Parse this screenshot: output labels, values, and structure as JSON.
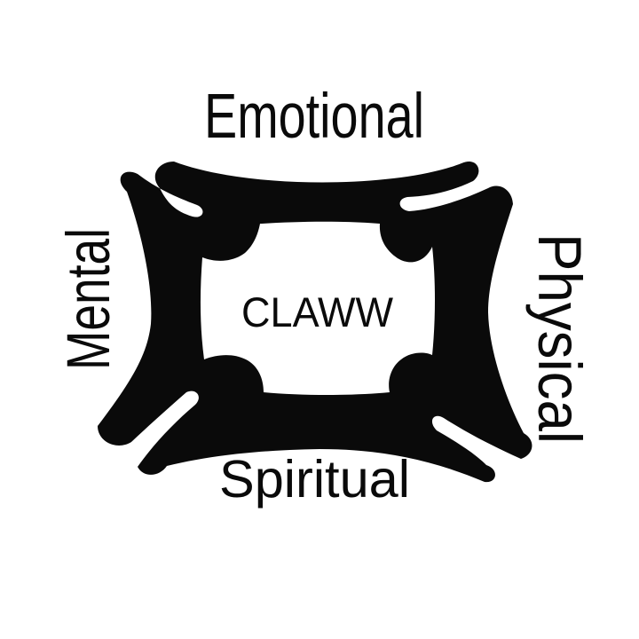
{
  "logo": {
    "center_label": "CLAWW",
    "labels": {
      "top": "Emotional",
      "left": "Mental",
      "right": "Physical",
      "bottom": "Spiritual"
    }
  },
  "colors": {
    "ink": "#0a0a0a",
    "background": "#ffffff"
  }
}
